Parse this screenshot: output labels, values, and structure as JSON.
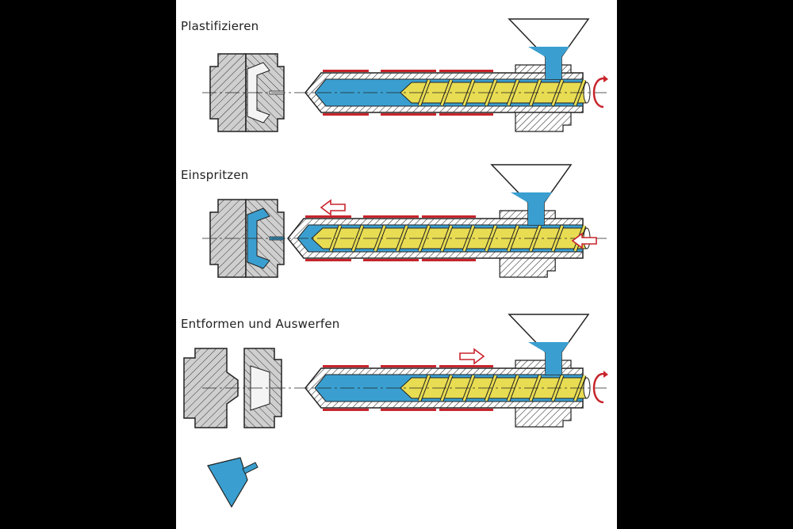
{
  "stages": [
    {
      "title": "Plastifizieren",
      "mold": "closed-empty",
      "screw": "retracted",
      "rotation": true
    },
    {
      "title": "Einspritzen",
      "mold": "closed-filled",
      "screw": "advanced",
      "rotation": false
    },
    {
      "title": "Entformen und Auswerfen",
      "mold": "open",
      "screw": "retracted",
      "rotation": true
    }
  ],
  "colors": {
    "melt": "#3a9fd0",
    "screw": "#e8dc52",
    "heater": "#c8242c",
    "steel": "#c8c8c8",
    "arrow": "#c8242c"
  }
}
